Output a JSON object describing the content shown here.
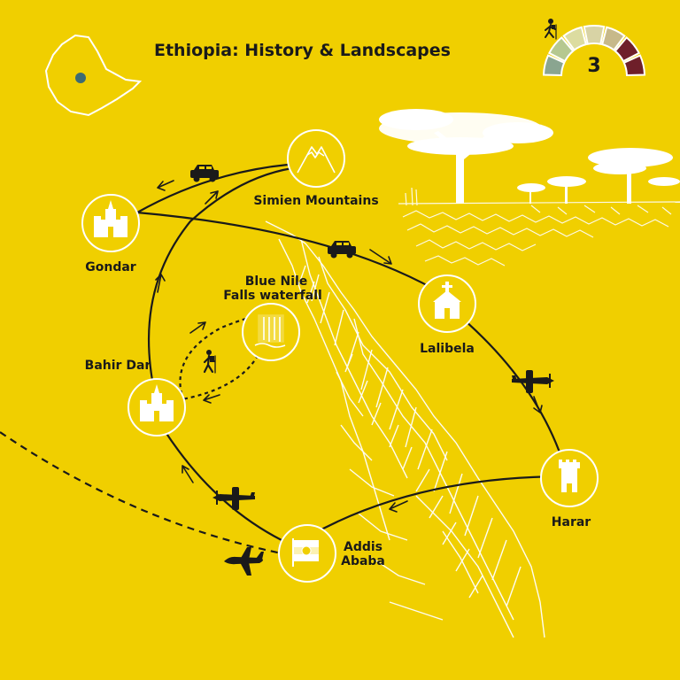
{
  "title": "Ethiopia: History & Landscapes",
  "difficulty": {
    "level": "3",
    "segments_total": 7,
    "colors": [
      "#8aa590",
      "#b6c890",
      "#dcdca0",
      "#d8d3a5",
      "#c7b98a",
      "#6e1f2a",
      "#6e1f2a"
    ]
  },
  "places": {
    "simien": "Simien Mountains",
    "gondar": "Gondar",
    "blue_nile_line1": "Blue Nile",
    "blue_nile_line2": "Falls waterfall",
    "bahir_dar": "Bahir Dar",
    "lalibela": "Lalibela",
    "harar": "Harar",
    "addis_line1": "Addis",
    "addis_line2": "Ababa"
  },
  "colors": {
    "background": "#f0cf00",
    "ink": "#1a1a1a",
    "white": "#ffffff",
    "locator_dot": "#3d6b73"
  }
}
